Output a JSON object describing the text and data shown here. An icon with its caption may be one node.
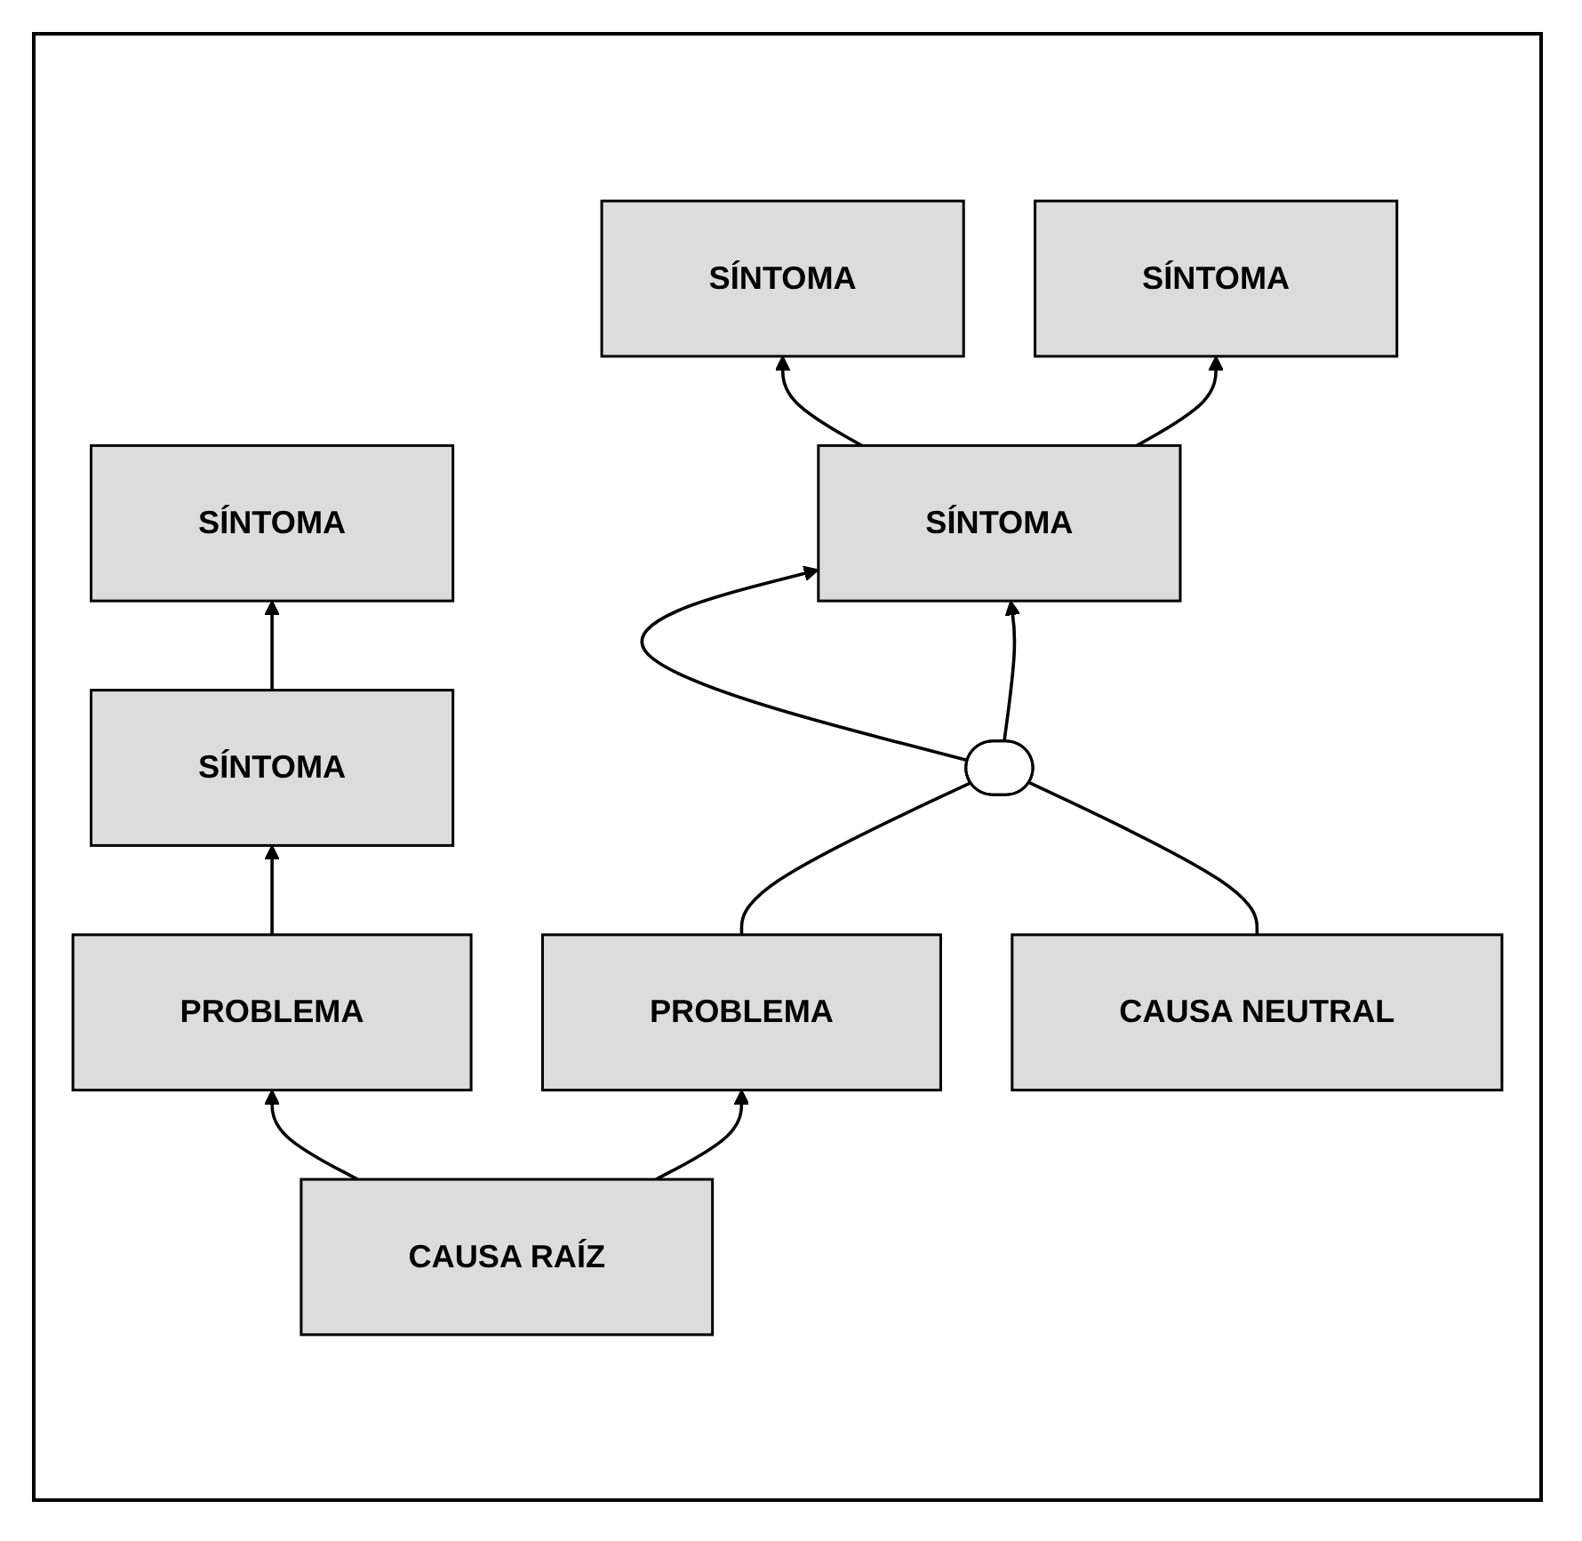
{
  "diagram": {
    "nodes": [
      {
        "text": [
          "SÍNTOMA"
        ]
      },
      {
        "text": [
          "SÍNTOMA"
        ]
      },
      {
        "text": [
          "SÍNTOMA"
        ]
      },
      {
        "text": [
          "SÍNTOMA"
        ]
      },
      {
        "text": [
          "SÍNTOMA"
        ]
      },
      {
        "text": [],
        "shape": "ellipse"
      },
      {
        "text": [
          "PROBLEMA"
        ]
      },
      {
        "text": [
          "PROBLEMA"
        ]
      },
      {
        "text": [
          "CAUSA NEUTRAL"
        ]
      },
      {
        "text": [
          "CAUSA RAÍZ"
        ]
      }
    ],
    "edges": [
      {
        "from": 3,
        "to": 0,
        "arrow": "to"
      },
      {
        "from": 4,
        "to": 1,
        "arrow": "to"
      },
      {
        "from": 4,
        "to": 2,
        "arrow": "to"
      },
      {
        "from": 5,
        "to": 4,
        "arrow": "to"
      },
      {
        "from": 5,
        "to": 4,
        "arrow": "to"
      },
      {
        "from": 7,
        "to": 5,
        "arrow": "none"
      },
      {
        "from": 8,
        "to": 5,
        "arrow": "none"
      },
      {
        "from": 6,
        "to": 3,
        "arrow": "to"
      },
      {
        "from": 9,
        "to": 6,
        "arrow": "to"
      },
      {
        "from": 9,
        "to": 7,
        "arrow": "to"
      }
    ]
  }
}
